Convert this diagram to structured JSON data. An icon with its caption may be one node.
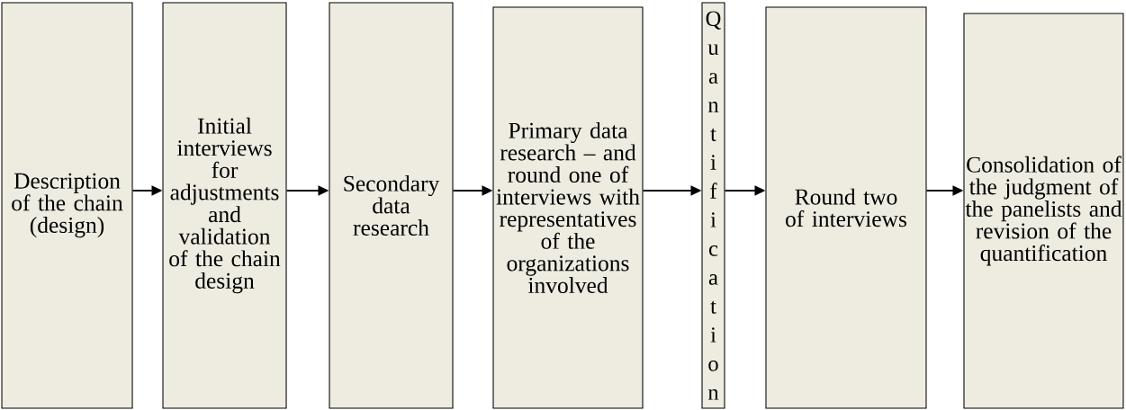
{
  "diagram": {
    "nodes": [
      {
        "text": [
          "Description of the chain (design)"
        ]
      },
      {
        "text": [
          "Initial interviews for adjustments and validation of the chain design"
        ]
      },
      {
        "text": [
          "Secondary data research"
        ]
      },
      {
        "text": [
          "Primary data research – and round one of interviews with representatives of the organizations involved"
        ]
      },
      {
        "text": [
          "Quantification"
        ]
      },
      {
        "text": [
          "Round two of interviews"
        ]
      },
      {
        "text": [
          "Consolidation of the judgment of the panelists and revision of the quantification"
        ]
      }
    ],
    "edges": [
      {
        "from": 0,
        "to": 1,
        "arrow": "to"
      },
      {
        "from": 1,
        "to": 2,
        "arrow": "to"
      },
      {
        "from": 2,
        "to": 3,
        "arrow": "to"
      },
      {
        "from": 3,
        "to": 4,
        "arrow": "to"
      },
      {
        "from": 4,
        "to": 5,
        "arrow": "to"
      },
      {
        "from": 5,
        "to": 6,
        "arrow": "to"
      }
    ]
  }
}
